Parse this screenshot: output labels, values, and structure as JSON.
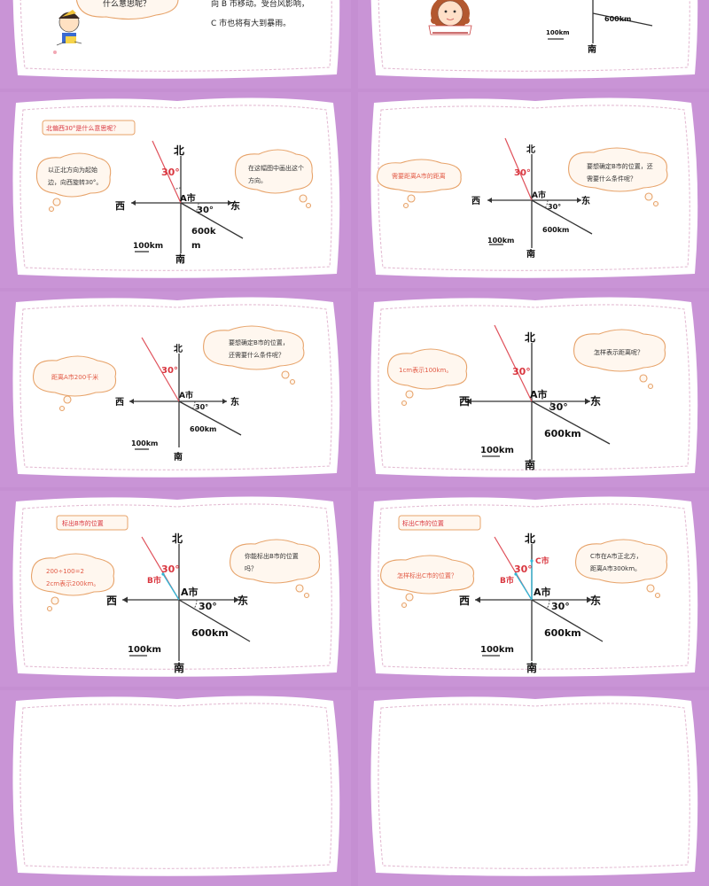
{
  "slides": [
    {
      "id": "s1",
      "top_bubble": "什么意思呢？",
      "text_lines": [
        "向 B 市移动。受台风影响，",
        "C 市也将有大到暴雨。"
      ]
    },
    {
      "id": "s2",
      "labels": {
        "dist": "600km",
        "scale": "100km",
        "south": "南"
      }
    },
    {
      "id": "s3",
      "tag": "北偏西30°是什么意思呢？",
      "left_bubble": [
        "以正北方向为起始",
        "边，向西旋转30°。"
      ],
      "right_bubble": [
        "在这幅图中画出这个",
        "方向。"
      ],
      "labels": {
        "north": "北",
        "south": "南",
        "east": "东",
        "west": "西",
        "city_a": "A市",
        "angle_top": "30°",
        "angle_east": "30°",
        "dist_1": "600k",
        "dist_2": "m",
        "scale": "100km"
      }
    },
    {
      "id": "s4",
      "left_bubble": [
        "需要距离A市的距离"
      ],
      "right_bubble": [
        "要想确定B市的位置，还",
        "需要什么条件呢？"
      ],
      "labels": {
        "north": "北",
        "south": "南",
        "east": "东",
        "west": "西",
        "city_a": "A市",
        "angle_top": "30°",
        "angle_east": "30°",
        "dist": "600km",
        "scale": "100km"
      }
    },
    {
      "id": "s5",
      "left_bubble": [
        "距离A市200千米"
      ],
      "right_bubble": [
        "要想确定B市的位置，",
        "还需要什么条件呢？"
      ],
      "labels": {
        "north": "北",
        "south": "南",
        "east": "东",
        "west": "西",
        "city_a": "A市",
        "angle_top": "30°",
        "angle_east": "30°",
        "dist": "600km",
        "scale": "100km"
      }
    },
    {
      "id": "s6",
      "left_bubble": [
        "1cm表示100km。"
      ],
      "right_bubble": [
        "怎样表示距离呢？"
      ],
      "labels": {
        "north": "北",
        "south": "南",
        "east": "东",
        "west": "西",
        "city_a": "A市",
        "angle_top": "30°",
        "angle_east": "30°",
        "dist": "600km",
        "scale": "100km"
      }
    },
    {
      "id": "s7",
      "tag": "标出B市的位置",
      "left_bubble": [
        "200÷100=2",
        "2cm表示200km。"
      ],
      "right_bubble": [
        "你能标出B市的位置",
        "吗？"
      ],
      "labels": {
        "north": "北",
        "south": "南",
        "east": "东",
        "west": "西",
        "city_a": "A市",
        "city_b": "B市",
        "angle_top": "30°",
        "angle_east": "30°",
        "dist": "600km",
        "scale": "100km"
      }
    },
    {
      "id": "s8",
      "tag": "标出C市的位置",
      "left_bubble": [
        "怎样标出C市的位置？"
      ],
      "right_bubble": [
        "C市在A市正北方，",
        "距离A市300km。"
      ],
      "labels": {
        "north": "北",
        "south": "南",
        "east": "东",
        "west": "西",
        "city_a": "A市",
        "city_b": "B市",
        "city_c": "C市",
        "angle_top": "30°",
        "angle_east": "30°",
        "dist": "600km",
        "scale": "100km"
      }
    }
  ]
}
